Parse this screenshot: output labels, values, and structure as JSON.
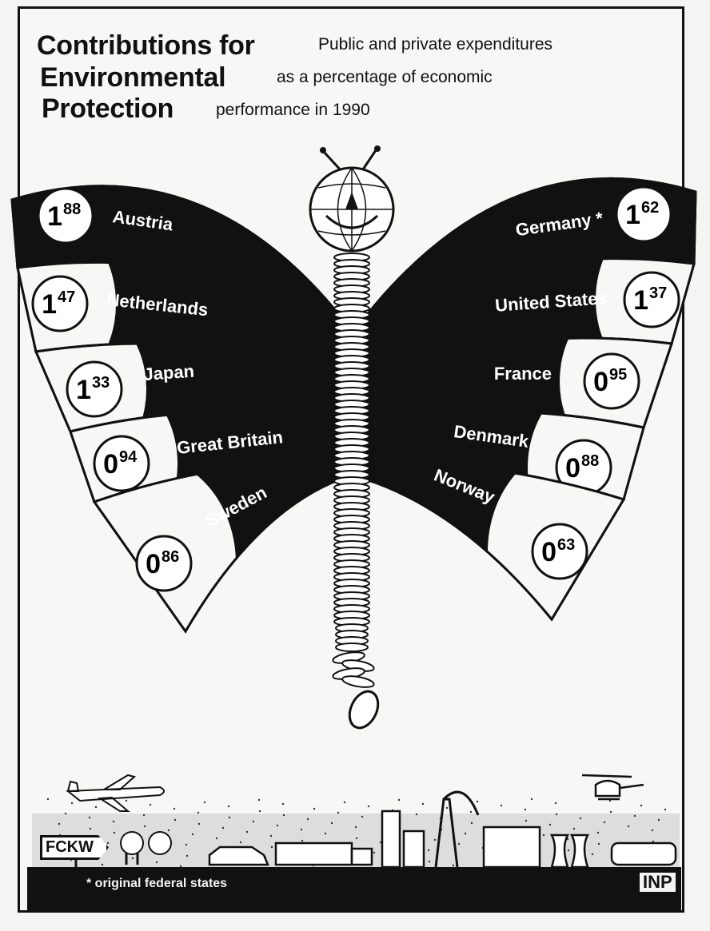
{
  "title": {
    "line1": "Contributions for",
    "line2": "Environmental",
    "line3": "Protection"
  },
  "subtitle": {
    "line1": "Public and private expenditures",
    "line2": "as a percentage of economic",
    "line3": "performance in 1990"
  },
  "footnote": "* original federal states",
  "credit": "INP",
  "sign": "FCKW",
  "chart_data": {
    "type": "bar",
    "title": "Contributions for Environmental Protection",
    "subtitle": "Public and private expenditures as a percentage of economic performance in 1990",
    "unit": "% of economic performance",
    "left_wing": [
      {
        "country": "Austria",
        "value": 1.88
      },
      {
        "country": "Netherlands",
        "value": 1.47
      },
      {
        "country": "Japan",
        "value": 1.33
      },
      {
        "country": "Great Britain",
        "value": 0.94
      },
      {
        "country": "Sweden",
        "value": 0.86
      }
    ],
    "right_wing": [
      {
        "country": "Germany *",
        "value": 1.62
      },
      {
        "country": "United States",
        "value": 1.37
      },
      {
        "country": "France",
        "value": 0.95
      },
      {
        "country": "Denmark",
        "value": 0.88
      },
      {
        "country": "Norway",
        "value": 0.63
      }
    ]
  }
}
